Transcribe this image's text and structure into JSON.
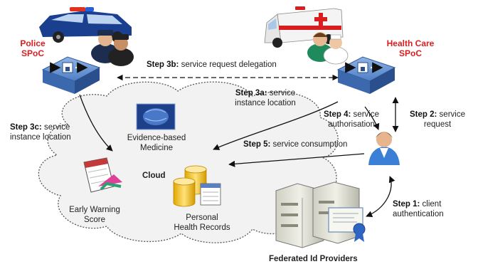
{
  "nodes": {
    "police": {
      "line1": "Police",
      "line2": "SPoC"
    },
    "healthcare": {
      "line1": "Health Care",
      "line2": "SPoC"
    },
    "cloud": {
      "label": "Cloud"
    },
    "ebm": {
      "line1": "Evidence-based",
      "line2": "Medicine"
    },
    "ews": {
      "line1": "Early Warning",
      "line2": "Score"
    },
    "phr": {
      "line1": "Personal",
      "line2": "Health Records"
    },
    "idp": {
      "label": "Federated Id Providers"
    }
  },
  "steps": {
    "s3b": {
      "step": "Step 3b:",
      "text": " service request delegation"
    },
    "s3a": {
      "step": "Step 3a:",
      "text": " service",
      "line2": "instance location"
    },
    "s3c": {
      "step": "Step 3c:",
      "text": " service",
      "line2": "instance location"
    },
    "s4": {
      "step": "Step 4:",
      "text": " service",
      "line2": "authorisation"
    },
    "s2": {
      "step": "Step 2:",
      "text": " service",
      "line2": "request"
    },
    "s5": {
      "step": "Step 5:",
      "text": " service consumption"
    },
    "s1": {
      "step": "Step 1:",
      "text": " client",
      "line2": "authentication"
    }
  },
  "colors": {
    "router": "#4f7fc4",
    "router_dark": "#2f5a9a",
    "cloud_fill": "#f2f2f2",
    "cloud_stroke": "#555555",
    "spoc_label": "#d81e1e"
  }
}
